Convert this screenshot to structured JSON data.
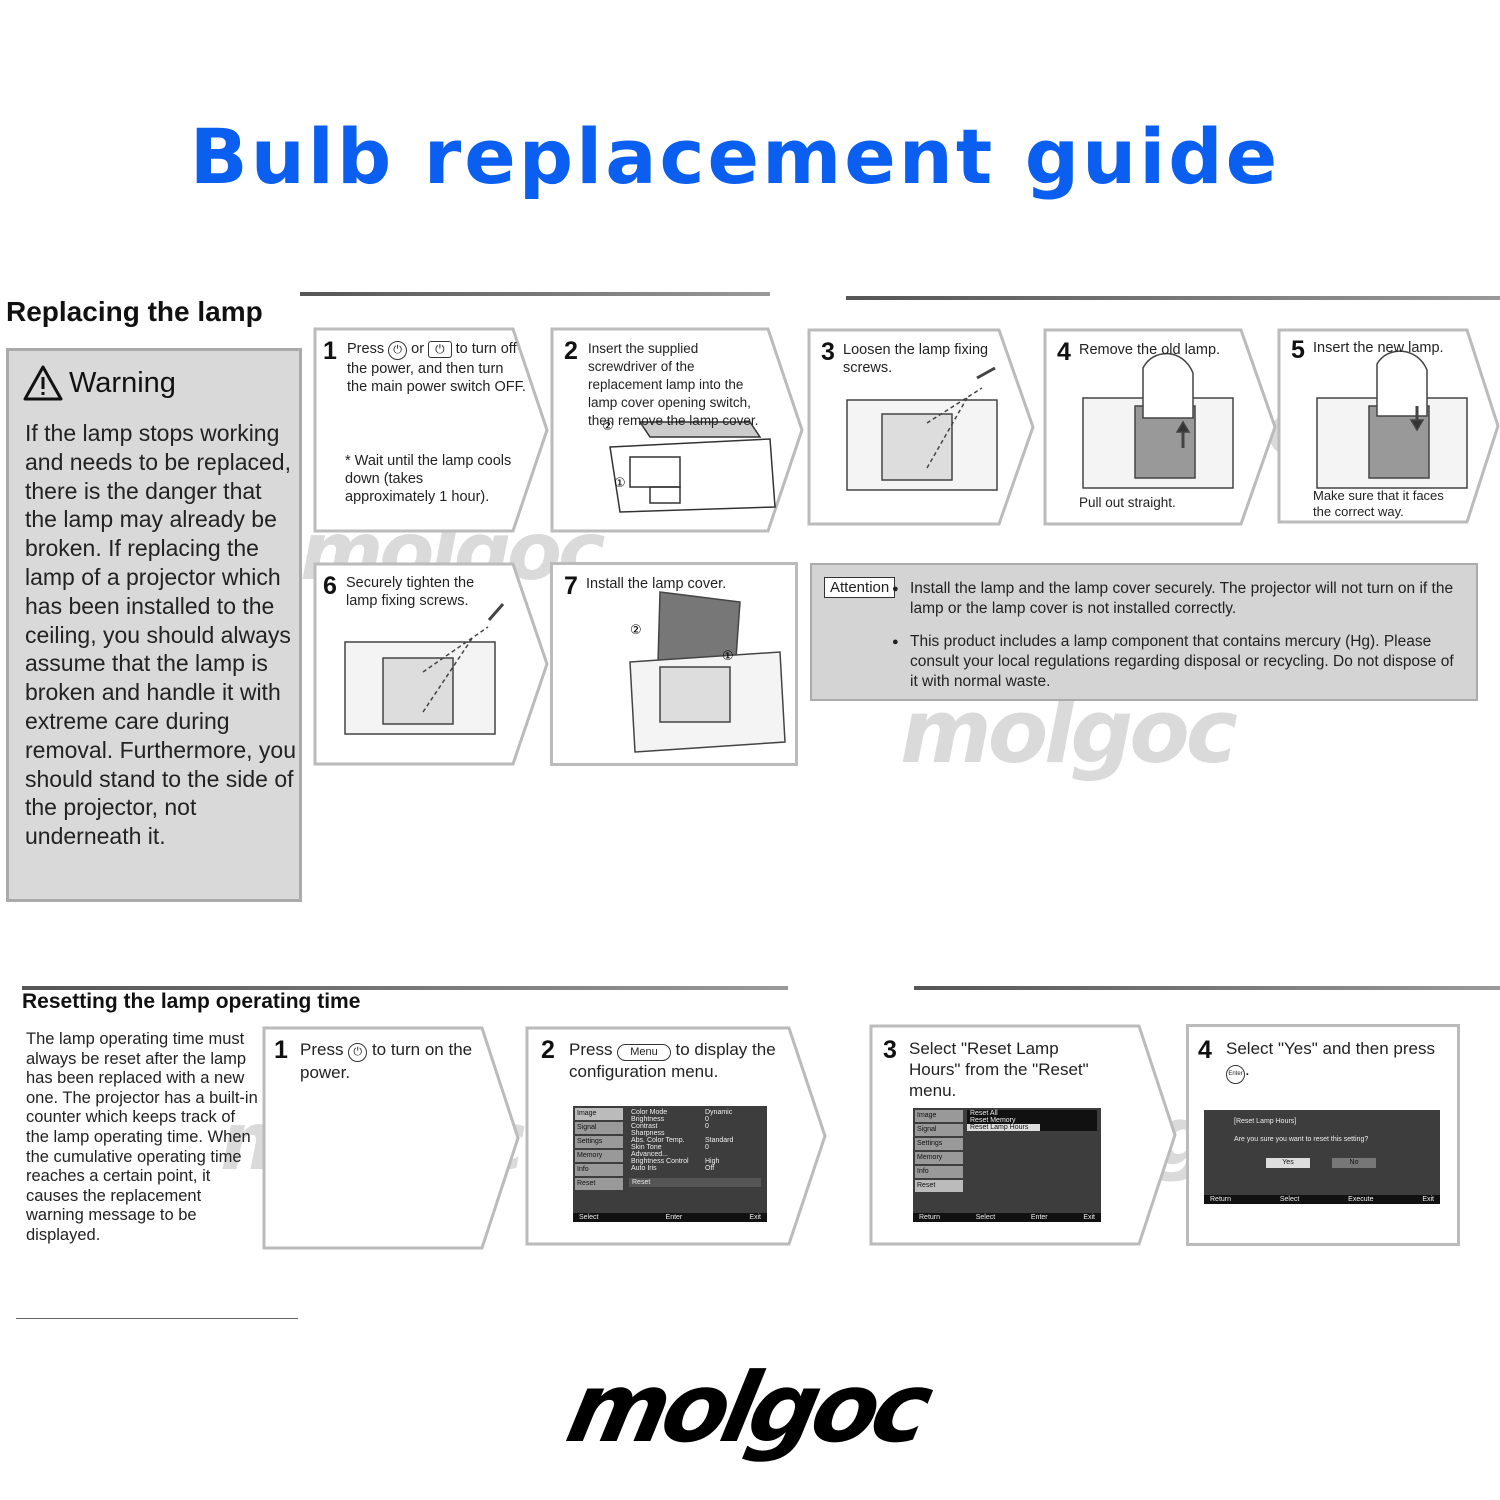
{
  "title": "Bulb replacement guide",
  "replacing": {
    "heading": "Replacing the lamp",
    "warning": {
      "heading": "Warning",
      "text": "If the lamp stops working and needs to be replaced, there is the danger that the lamp may already be broken. If replacing the lamp of a projector which has been installed to the ceiling, you should always assume that the lamp is broken and handle it with extreme care during removal. Furthermore, you should stand to the side of the projector, not underneath it."
    },
    "steps": [
      {
        "num": "1",
        "text_a": "Press",
        "text_b": "or",
        "text_c": "to turn off the power, and then turn the main power switch OFF.",
        "note": "* Wait until the lamp cools down (takes approximately 1 hour)."
      },
      {
        "num": "2",
        "text": "Insert the supplied screwdriver of the replacement lamp into the lamp cover opening switch, then remove the lamp cover."
      },
      {
        "num": "3",
        "text": "Loosen the lamp fixing screws."
      },
      {
        "num": "4",
        "text": "Remove the old lamp.",
        "caption": "Pull out straight."
      },
      {
        "num": "5",
        "text": "Insert the new lamp.",
        "caption": "Make sure that it faces the correct way."
      },
      {
        "num": "6",
        "text": "Securely tighten the lamp fixing screws."
      },
      {
        "num": "7",
        "text": "Install the lamp cover."
      }
    ],
    "attention": {
      "label": "Attention",
      "items": [
        "Install the lamp and the lamp cover securely. The projector will not turn on if the lamp or the lamp cover is not installed correctly.",
        "This product includes a lamp component that contains mercury (Hg). Please consult your local regulations regarding disposal or recycling. Do not dispose of it with normal waste."
      ]
    }
  },
  "resetting": {
    "heading": "Resetting the lamp operating time",
    "text": "The lamp operating time must always be reset after the lamp has been replaced with a new one. The projector has a built-in counter which keeps track of the lamp operating time. When the cumulative operating time reaches a certain point, it causes the replacement warning message to be displayed.",
    "steps": [
      {
        "num": "1",
        "text_a": "Press",
        "text_b": "to turn on the power."
      },
      {
        "num": "2",
        "text_a": "Press",
        "key": "Menu",
        "text_b": "to display the configuration menu."
      },
      {
        "num": "3",
        "text": "Select \"Reset Lamp Hours\" from the \"Reset\" menu."
      },
      {
        "num": "4",
        "text_a": "Select \"Yes\" and then press",
        "key": "Enter",
        "text_b": "."
      }
    ],
    "menu": {
      "tabs": [
        "Image",
        "Signal",
        "Settings",
        "Memory",
        "Info",
        "Reset"
      ],
      "items": [
        "Color Mode",
        "Brightness",
        "Contrast",
        "Sharpness",
        "Abs. Color Temp.",
        "Skin Tone",
        "Advanced...",
        "Brightness Control",
        "Auto Iris"
      ],
      "values": [
        "Dynamic",
        "0",
        "0",
        "",
        "Standard",
        "0",
        "",
        "High",
        "Off"
      ],
      "reset_row": "Reset",
      "footer": [
        "Select",
        "Enter",
        "Exit"
      ]
    },
    "reset_menu": {
      "items": [
        "Reset All",
        "Reset Memory",
        "Reset Lamp Hours"
      ],
      "footer": [
        "Return",
        "Select",
        "Enter",
        "Exit"
      ]
    },
    "dialog": {
      "title": "[Reset Lamp Hours]",
      "question": "Are you sure you want to reset this setting?",
      "yes": "Yes",
      "no": "No",
      "footer": [
        "Return",
        "Select",
        "Execute",
        "Exit"
      ]
    }
  },
  "watermark": "molgoc",
  "logo": "molgoc"
}
